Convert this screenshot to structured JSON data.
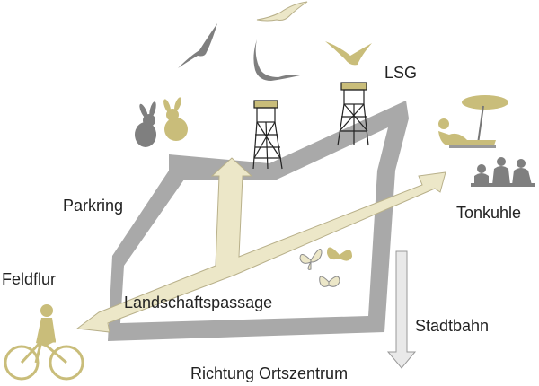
{
  "labels": {
    "lsg": "LSG",
    "parkring": "Parkring",
    "tonkuhle": "Tonkuhle",
    "feldflur": "Feldflur",
    "landschaftspassage": "Landschaftspassage",
    "stadtbahn": "Stadtbahn",
    "richtung": "Richtung Ortszentrum"
  },
  "colors": {
    "ring": "#a9a9a9",
    "passage": "#ece7c8",
    "passage_stroke": "#b8b08a",
    "khaki": "#c9bd7a",
    "gray_figure": "#8c8c8c",
    "text": "#222222"
  },
  "icons": [
    "bird-icon",
    "rabbit-icon",
    "watchtower-icon",
    "sunbather-icon",
    "umbrella-icon",
    "people-group-icon",
    "butterfly-icon",
    "cyclist-icon",
    "arrow-icon"
  ]
}
